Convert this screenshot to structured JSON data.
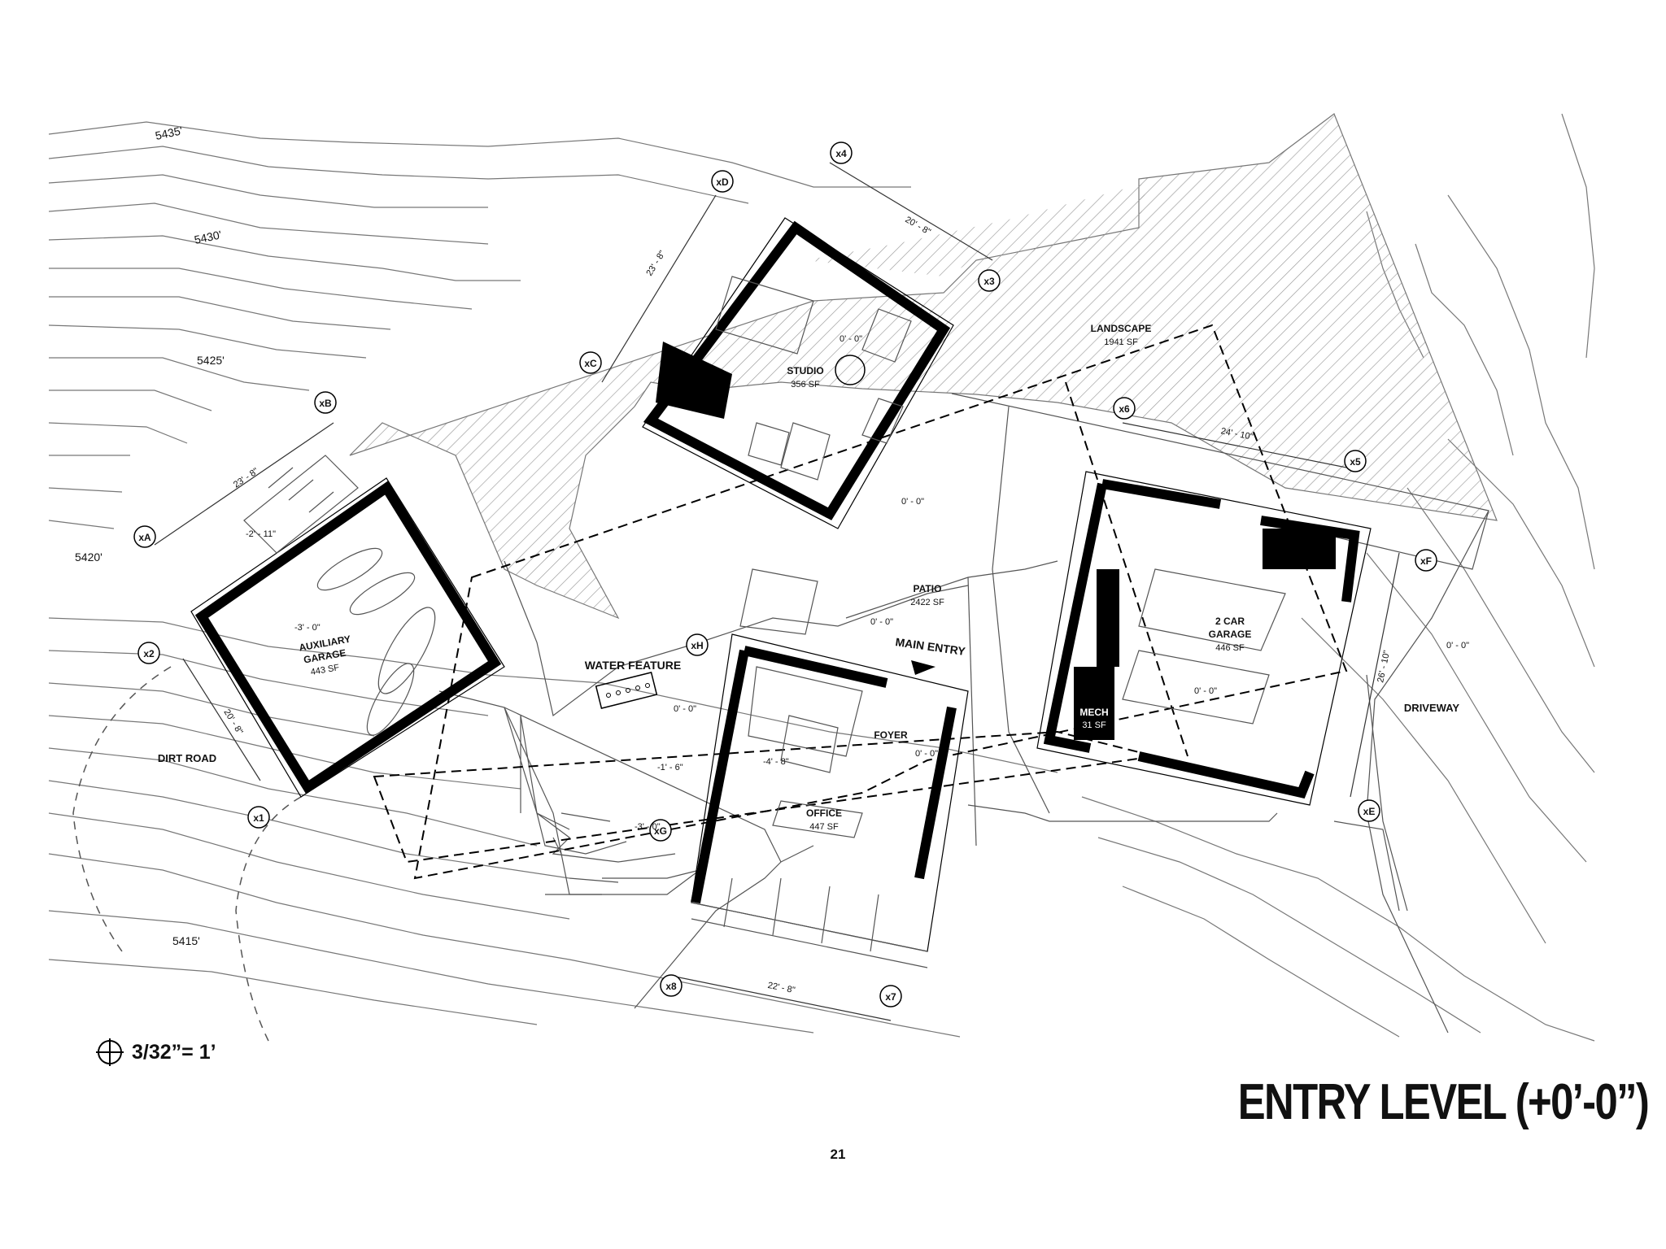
{
  "title": "ENTRY LEVEL (+0’-0”)",
  "page_number": "21",
  "scale": "3/32”= 1’",
  "contours": [
    "5435'",
    "5430'",
    "5425'",
    "5420'",
    "5415'"
  ],
  "rooms": {
    "studio": {
      "name": "STUDIO",
      "area": "356 SF",
      "elev": "0' - 0\""
    },
    "landscape": {
      "name": "LANDSCAPE",
      "area": "1941 SF"
    },
    "aux_garage": {
      "name1": "AUXILIARY",
      "name2": "GARAGE",
      "area": "443 SF",
      "elev": "-3' - 0\""
    },
    "car_garage": {
      "name1": "2 CAR",
      "name2": "GARAGE",
      "area": "446 SF",
      "elev": "0' - 0\""
    },
    "mech": {
      "name": "MECH",
      "area": "31 SF"
    },
    "patio": {
      "name": "PATIO",
      "area": "2422 SF",
      "elev": "0' - 0\""
    },
    "office": {
      "name": "OFFICE",
      "area": "447 SF"
    },
    "foyer": {
      "name": "FOYER",
      "elev": "0' - 0\""
    }
  },
  "labels": {
    "water_feature": "WATER FEATURE",
    "main_entry": "MAIN ENTRY",
    "dirt_road": "DIRT ROAD",
    "driveway": "DRIVEWAY"
  },
  "elevations": {
    "aux_top": "-2' - 11\"",
    "studio_entry": "0' - 0\"",
    "water": "0' - 0\"",
    "stair_low": "-1' - 6\"",
    "stair_mid": "-4' - 8\"",
    "stair_bottom": "-3' - 0\"",
    "driveway": "0' - 0\""
  },
  "dimensions": {
    "studio_top": "20' - 8\"",
    "studio_side": "23' - 8\"",
    "aux_top": "23' - 8\"",
    "aux_side": "20' - 8\"",
    "garage_top": "24' - 10\"",
    "garage_side": "26' - 10\"",
    "office_bottom": "22' - 8\""
  },
  "grid": [
    "x4",
    "xD",
    "x3",
    "xC",
    "xB",
    "x6",
    "x5",
    "xA",
    "xF",
    "x2",
    "xH",
    "x1",
    "xG",
    "xE",
    "x8",
    "x7"
  ]
}
